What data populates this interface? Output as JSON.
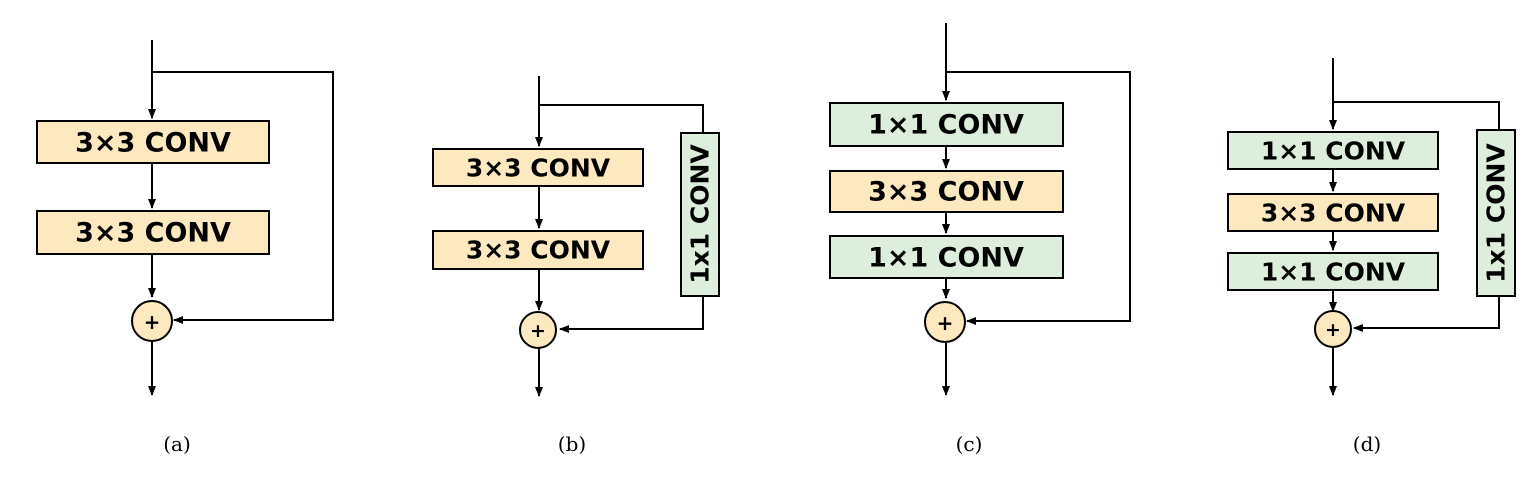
{
  "colors": {
    "conv3": "#fde9c0",
    "conv1": "#ddeedd",
    "plus": "#fde9c0",
    "stroke": "#000000"
  },
  "diagrams": [
    {
      "caption": "(a)",
      "blocks": [
        "3×3 CONV",
        "3×3 CONV"
      ],
      "plus": "+"
    },
    {
      "caption": "(b)",
      "blocks": [
        "3×3 CONV",
        "3×3 CONV"
      ],
      "shortcut": "1x1 CONV",
      "plus": "+"
    },
    {
      "caption": "(c)",
      "blocks": [
        "1×1 CONV",
        "3×3 CONV",
        "1×1 CONV"
      ],
      "plus": "+"
    },
    {
      "caption": "(d)",
      "blocks": [
        "1×1 CONV",
        "3×3 CONV",
        "1×1 CONV"
      ],
      "shortcut": "1x1 CONV",
      "plus": "+"
    }
  ]
}
